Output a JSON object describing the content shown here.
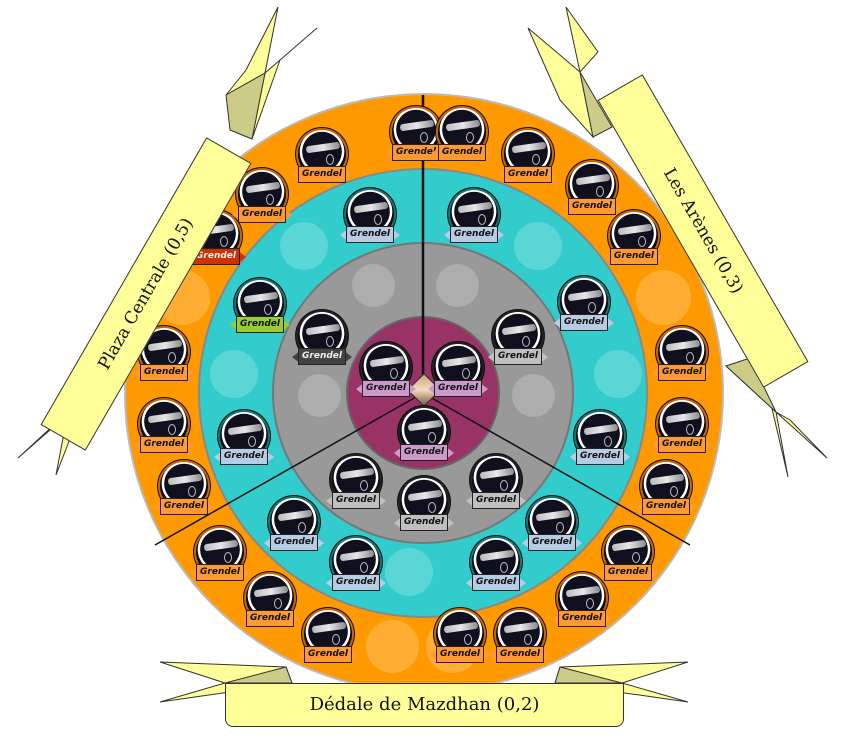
{
  "board": {
    "colors": {
      "outer_ring": "#ff9900",
      "middle_ring": "#33cccc",
      "inner_ring": "#999999",
      "center": "#993366",
      "banner": "#ffff99",
      "banner_shade": "#cccc88"
    },
    "banners": {
      "left": "Plaza Centrale (0,5)",
      "right": "Les Arènes (0,3)",
      "bottom": "Dédale de Mazdhan (0,2)"
    },
    "center_icon": "portrait-icon",
    "token_name": "Grendel",
    "tokens": [
      {
        "label": "Grendel",
        "ring": "outer",
        "color": "#ff9933"
      },
      {
        "label": "Grendel",
        "ring": "outer",
        "color": "#ff9933"
      },
      {
        "label": "Grendel",
        "ring": "outer",
        "color": "#ff9933"
      },
      {
        "label": "Grendel",
        "ring": "outer",
        "color": "#ff9933"
      },
      {
        "label": "Grendel",
        "ring": "outer",
        "color": "#cc3300"
      },
      {
        "label": "Grendel",
        "ring": "outer",
        "color": "#ff9933"
      },
      {
        "label": "Grendel",
        "ring": "outer",
        "color": "#ff9933"
      },
      {
        "label": "Grendel",
        "ring": "outer",
        "color": "#ff9933"
      },
      {
        "label": "Grendel",
        "ring": "outer",
        "color": "#ff9933"
      },
      {
        "label": "Grendel",
        "ring": "outer",
        "color": "#ff9933"
      },
      {
        "label": "Grendel",
        "ring": "outer",
        "color": "#ff9933"
      },
      {
        "label": "Grendel",
        "ring": "outer",
        "color": "#ff9933"
      },
      {
        "label": "Grendel",
        "ring": "outer",
        "color": "#ff9933"
      },
      {
        "label": "Grendel",
        "ring": "outer",
        "color": "#ff9933"
      },
      {
        "label": "Grendel",
        "ring": "outer",
        "color": "#ff9933"
      },
      {
        "label": "Grendel",
        "ring": "outer",
        "color": "#ff9933"
      },
      {
        "label": "Grendel",
        "ring": "outer",
        "color": "#ff9933"
      },
      {
        "label": "Grendel",
        "ring": "outer",
        "color": "#ff9933"
      },
      {
        "label": "Grendel",
        "ring": "outer",
        "color": "#ff9933"
      },
      {
        "label": "Grendel",
        "ring": "outer",
        "color": "#ff9933"
      },
      {
        "label": "Grendel",
        "ring": "outer",
        "color": "#ff9933"
      },
      {
        "label": "Grendel",
        "ring": "middle",
        "color": "#b8cce4"
      },
      {
        "label": "Grendel",
        "ring": "middle",
        "color": "#b8cce4"
      },
      {
        "label": "Grendel",
        "ring": "middle",
        "color": "#99cc33"
      },
      {
        "label": "Grendel",
        "ring": "middle",
        "color": "#b8cce4"
      },
      {
        "label": "Grendel",
        "ring": "middle",
        "color": "#b8cce4"
      },
      {
        "label": "Grendel",
        "ring": "middle",
        "color": "#b8cce4"
      },
      {
        "label": "Grendel",
        "ring": "middle",
        "color": "#b8cce4"
      },
      {
        "label": "Grendel",
        "ring": "middle",
        "color": "#b8cce4"
      },
      {
        "label": "Grendel",
        "ring": "middle",
        "color": "#b8cce4"
      },
      {
        "label": "Grendel",
        "ring": "middle",
        "color": "#b8cce4"
      },
      {
        "label": "Grendel",
        "ring": "inner",
        "color": "#444444"
      },
      {
        "label": "Grendel",
        "ring": "inner",
        "color": "#c0c0c0"
      },
      {
        "label": "Grendel",
        "ring": "inner",
        "color": "#c0c0c0"
      },
      {
        "label": "Grendel",
        "ring": "inner",
        "color": "#c0c0c0"
      },
      {
        "label": "Grendel",
        "ring": "inner",
        "color": "#c0c0c0"
      },
      {
        "label": "Grendel",
        "ring": "center",
        "color": "#cc99cc"
      },
      {
        "label": "Grendel",
        "ring": "center",
        "color": "#cc99cc"
      },
      {
        "label": "Grendel",
        "ring": "center",
        "color": "#cc99cc"
      }
    ]
  }
}
